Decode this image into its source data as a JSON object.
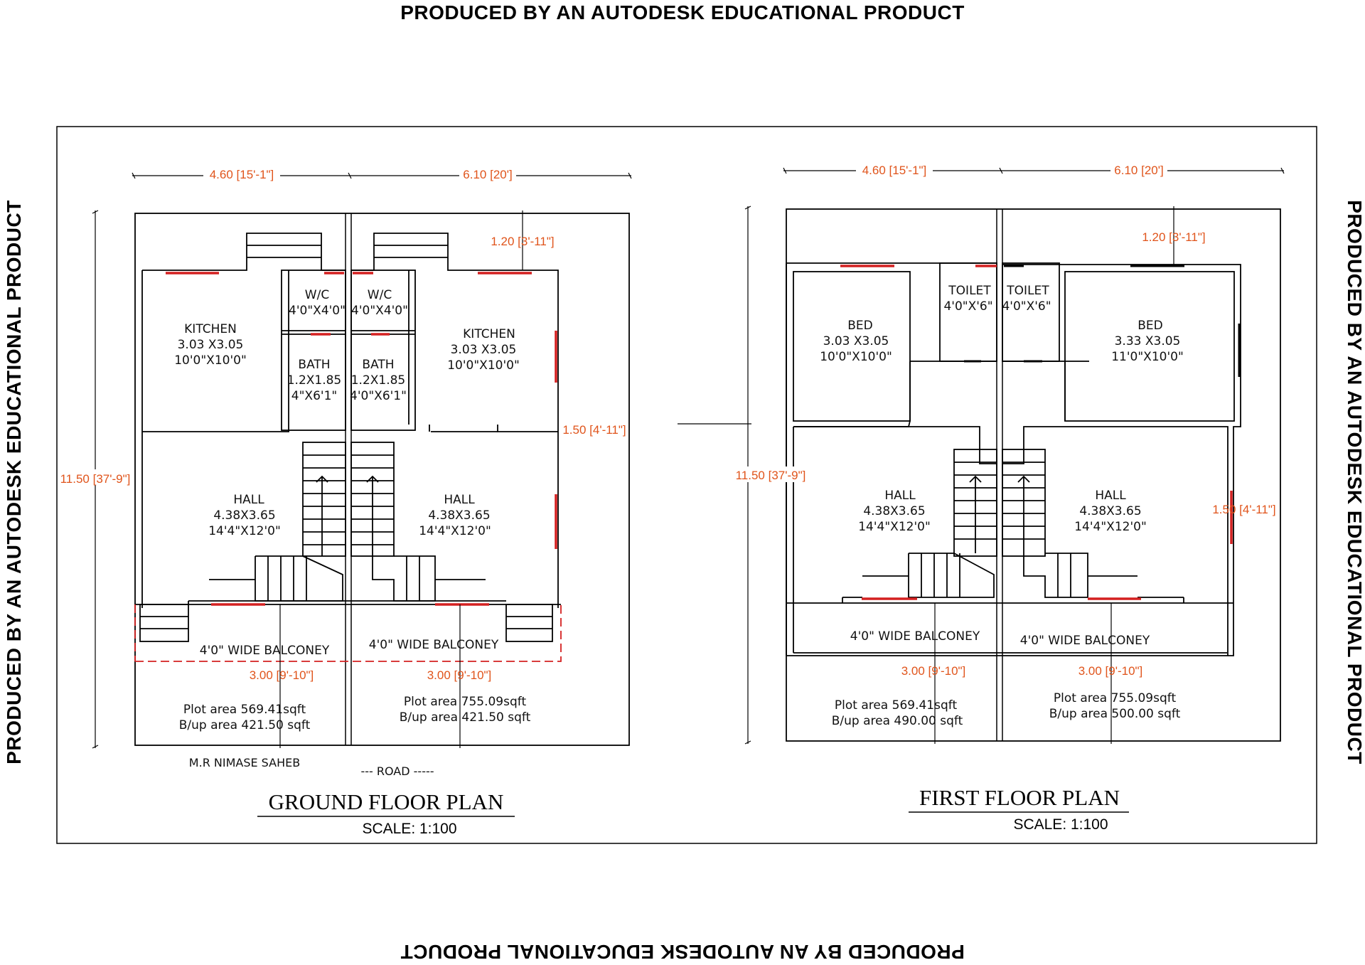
{
  "watermark": "PRODUCED BY AN AUTODESK EDUCATIONAL PRODUCT",
  "colors": {
    "dimension": "#e0541b",
    "window": "#d42020",
    "line": "#000000"
  },
  "ground": {
    "title": "GROUND FLOOR  PLAN",
    "scale": "SCALE: 1:100",
    "dims": {
      "left_width": "4.60 [15'-1\"]",
      "right_width": "6.10 [20']",
      "height": "11.50 [37'-9\"]",
      "top_offset": "1.20 [3'-11\"]",
      "side_offset": "1.50 [4'-11\"]",
      "front_left": "3.00 [9'-10\"]",
      "front_right": "3.00 [9'-10\"]"
    },
    "kitchen_left": {
      "name": "KITCHEN",
      "metric": "3.03 X3.05",
      "imperial": "10'0\"X10'0\""
    },
    "kitchen_right": {
      "name": "KITCHEN",
      "metric": "3.03 X3.05",
      "imperial": "10'0\"X10'0\""
    },
    "wc_left": {
      "name": "W/C",
      "size": "4'0\"X4'0\""
    },
    "wc_right": {
      "name": "W/C",
      "size": "4'0\"X4'0\""
    },
    "bath_left": {
      "name": "BATH",
      "metric": "1.2X1.85",
      "imperial": "4\"X6'1\""
    },
    "bath_right": {
      "name": "BATH",
      "metric": "1.2X1.85",
      "imperial": "4'0\"X6'1\""
    },
    "hall_left": {
      "name": "HALL",
      "metric": "4.38X3.65",
      "imperial": "14'4\"X12'0\""
    },
    "hall_right": {
      "name": "HALL",
      "metric": "4.38X3.65",
      "imperial": "14'4\"X12'0\""
    },
    "balcony_left": "4'0\" WIDE BALCONEY",
    "balcony_right": "4'0\" WIDE BALCONEY",
    "plot_left": {
      "plot": "Plot area 569.41sqft",
      "builtup": "B/up area 421.50 sqft"
    },
    "plot_right": {
      "plot": "Plot area 755.09sqft",
      "builtup": "B/up area 421.50 sqft"
    },
    "owner": "M.R NIMASE SAHEB",
    "road": "--- ROAD -----"
  },
  "first": {
    "title": "FIRST FLOOR  PLAN",
    "scale": "SCALE: 1:100",
    "dims": {
      "left_width": "4.60 [15'-1\"]",
      "right_width": "6.10 [20']",
      "height": "11.50 [37'-9\"]",
      "top_offset": "1.20 [3'-11\"]",
      "side_offset": "1.50 [4'-11\"]",
      "front_left": "3.00 [9'-10\"]",
      "front_right": "3.00 [9'-10\"]"
    },
    "bed_left": {
      "name": "BED",
      "metric": "3.03 X3.05",
      "imperial": "10'0\"X10'0\""
    },
    "bed_right": {
      "name": "BED",
      "metric": "3.33 X3.05",
      "imperial": "11'0\"X10'0\""
    },
    "toilet_left": {
      "name": "TOILET",
      "size": "4'0\"X'6\""
    },
    "toilet_right": {
      "name": "TOILET",
      "size": "4'0\"X'6\""
    },
    "hall_left": {
      "name": "HALL",
      "metric": "4.38X3.65",
      "imperial": "14'4\"X12'0\""
    },
    "hall_right": {
      "name": "HALL",
      "metric": "4.38X3.65",
      "imperial": "14'4\"X12'0\""
    },
    "balcony_left": "4'0\" WIDE BALCONEY",
    "balcony_right": "4'0\" WIDE BALCONEY",
    "plot_left": {
      "plot": "Plot area 569.41sqft",
      "builtup": "B/up area 490.00 sqft"
    },
    "plot_right": {
      "plot": "Plot area 755.09sqft",
      "builtup": "B/up area 500.00 sqft"
    }
  }
}
